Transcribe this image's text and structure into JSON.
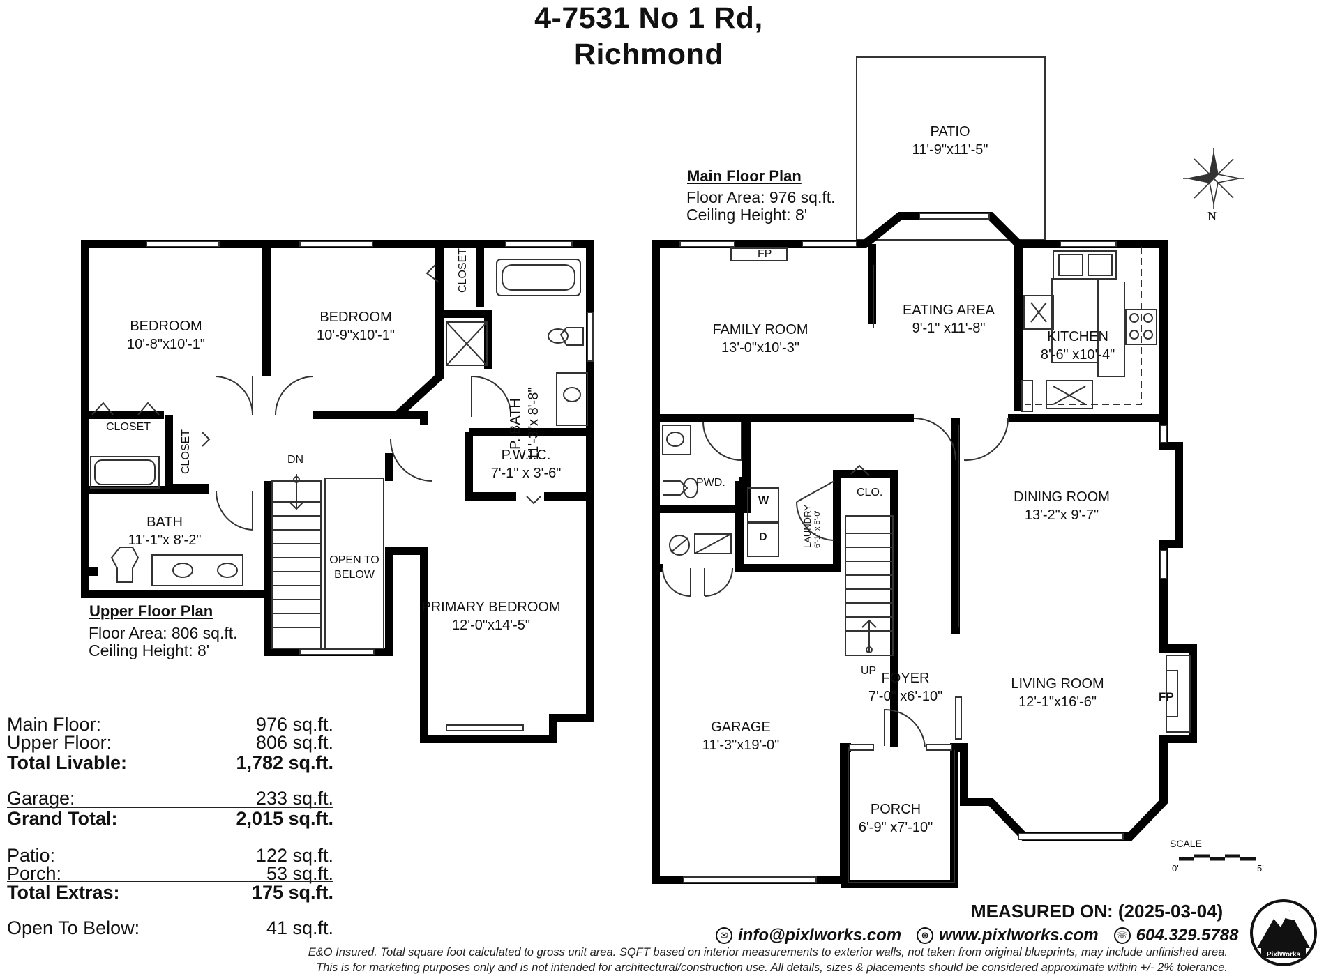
{
  "title": {
    "line1": "4-7531 No 1 Rd,",
    "line2": "Richmond"
  },
  "main_floor": {
    "heading": "Main Floor Plan",
    "area": "Floor Area: 976 sq.ft.",
    "ceiling": "Ceiling Height: 8'"
  },
  "upper_floor": {
    "heading": "Upper Floor Plan",
    "area": "Floor Area: 806 sq.ft.",
    "ceiling": "Ceiling Height: 8'"
  },
  "rooms_upper": {
    "bedroom1": {
      "name": "BEDROOM",
      "dim": "10'-8\"x10'-1\""
    },
    "bedroom2": {
      "name": "BEDROOM",
      "dim": "10'-9\"x10'-1\""
    },
    "closet_top": "CLOSET",
    "closet_left": "CLOSET",
    "closet_mid": "CLOSET",
    "pbath": {
      "name": "P. BATH",
      "dim": "11'-3\"x 8'-8\""
    },
    "pwic": {
      "name": "P.W.I.C.",
      "dim": "7'-1\" x 3'-6\""
    },
    "bath": {
      "name": "BATH",
      "dim": "11'-1\"x 8'-2\""
    },
    "dn": "DN",
    "open_below": {
      "l1": "OPEN TO",
      "l2": "BELOW"
    },
    "primary": {
      "name": "PRIMARY BEDROOM",
      "dim": "12'-0\"x14'-5\""
    }
  },
  "rooms_main": {
    "patio": {
      "name": "PATIO",
      "dim": "11'-9\"x11'-5\""
    },
    "family": {
      "name": "FAMILY ROOM",
      "dim": "13'-0\"x10'-3\""
    },
    "eating": {
      "name": "EATING AREA",
      "dim": "9'-1\" x11'-8\""
    },
    "kitchen": {
      "name": "KITCHEN",
      "dim": "8'-6\" x10'-4\""
    },
    "fp_family": "FP",
    "pwd": "PWD.",
    "washer": "W",
    "dryer": "D",
    "laundry": {
      "name": "LAUNDRY",
      "dim": "6'-1\" x 5'-0\""
    },
    "clo": "CLO.",
    "dining": {
      "name": "DINING ROOM",
      "dim": "13'-2\"x 9'-7\""
    },
    "living": {
      "name": "LIVING ROOM",
      "dim": "12'-1\"x16'-6\""
    },
    "fp_living": "FP",
    "garage": {
      "name": "GARAGE",
      "dim": "11'-3\"x19'-0\""
    },
    "up": "UP",
    "foyer": {
      "name": "FOYER",
      "dim": "7'-0\" x6'-10\""
    },
    "porch": {
      "name": "PORCH",
      "dim": "6'-9\" x7'-10\""
    }
  },
  "compass": {
    "label": "N"
  },
  "scale": {
    "label": "SCALE",
    "min": "0'",
    "max": "5'"
  },
  "summary": [
    {
      "label": "Main Floor:",
      "value": "976 sq.ft.",
      "bold": false
    },
    {
      "label": "Upper Floor:",
      "value": "806 sq.ft.",
      "bold": false
    },
    {
      "label": "Total Livable:",
      "value": "1,782 sq.ft.",
      "bold": true
    },
    {
      "label": "Garage:",
      "value": "233 sq.ft.",
      "bold": false
    },
    {
      "label": "Grand Total:",
      "value": "2,015 sq.ft.",
      "bold": true
    },
    {
      "label": "Patio:",
      "value": "122 sq.ft.",
      "bold": false
    },
    {
      "label": "Porch:",
      "value": "53 sq.ft.",
      "bold": false
    },
    {
      "label": "Total Extras:",
      "value": "175 sq.ft.",
      "bold": true
    },
    {
      "label": "Open To Below:",
      "value": "41 sq.ft.",
      "bold": false
    }
  ],
  "measured": "MEASURED ON: (2025-03-04)",
  "contact": {
    "email": "info@pixlworks.com",
    "web": "www.pixlworks.com",
    "phone": "604.329.5788"
  },
  "disclaimer": {
    "line1": "E&O Insured.  Total square foot calculated to gross unit area. SQFT based on interior measurements to exterior walls, not taken from original blueprints, may include unfinished area.",
    "line2": "This is for marketing purposes only and is not intended for architectural/construction use.  All details, sizes & placements should be considered approximate within +/- 2%  tolerance."
  },
  "logo": {
    "text": "PixlWorks"
  },
  "colors": {
    "wall": "#000000",
    "thin": "#333333"
  }
}
